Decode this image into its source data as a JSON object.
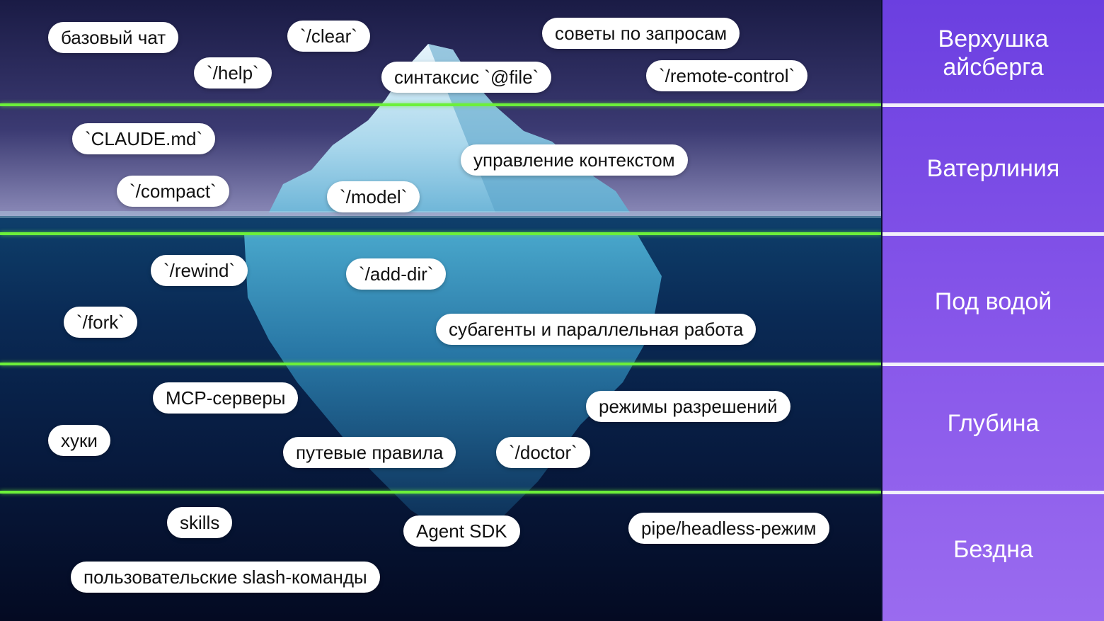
{
  "zones": [
    {
      "label": "Верхушка\nайсберга"
    },
    {
      "label": "Ватерлиния"
    },
    {
      "label": "Под водой"
    },
    {
      "label": "Глубина"
    },
    {
      "label": "Бездна"
    }
  ],
  "tags": {
    "top": [
      "базовый чат",
      "`/clear`",
      "советы по запросам",
      "`/help`",
      "синтаксис `@file`",
      "`/remote-control`"
    ],
    "waterline": [
      "`CLAUDE.md`",
      "управление контекстом",
      "`/compact`",
      "`/model`"
    ],
    "underwater": [
      "`/rewind`",
      "`/add-dir`",
      "`/fork`",
      "субагенты и параллельная работа"
    ],
    "depth": [
      "MCP-серверы",
      "режимы разрешений",
      "хуки",
      "путевые правила",
      "`/doctor`"
    ],
    "abyss": [
      "skills",
      "Agent SDK",
      "pipe/headless-режим",
      "пользовательские slash-команды"
    ]
  },
  "colors": {
    "divider": "#6cf03a",
    "panel": "#7b4ce6",
    "sky_top": "#1d1f4a",
    "deep_water": "#050b22"
  }
}
